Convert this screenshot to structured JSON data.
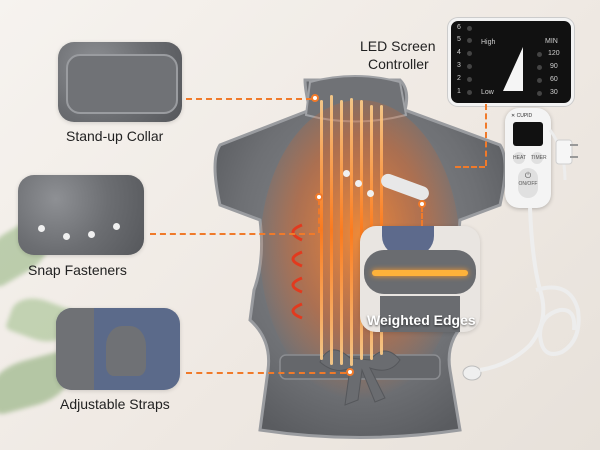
{
  "callouts": {
    "collar": "Stand-up Collar",
    "snaps": "Snap Fasteners",
    "straps": "Adjustable Straps",
    "led_line1": "LED Screen",
    "led_line2": "Controller",
    "edges": "Weighted Edges"
  },
  "led_screen": {
    "levels": [
      "6",
      "5",
      "4",
      "3",
      "2",
      "1"
    ],
    "high": "High",
    "low": "Low",
    "min": "MIN",
    "timer": [
      "120",
      "90",
      "60",
      "30"
    ]
  },
  "controller": {
    "brand": "CUPID",
    "button_heat": "HEAT",
    "button_timer": "TIMER",
    "button_on_off": "ON/OFF"
  },
  "colors": {
    "accent": "#f07a2a",
    "fleece": "#6f7175",
    "heat": "#ff7a1a"
  }
}
